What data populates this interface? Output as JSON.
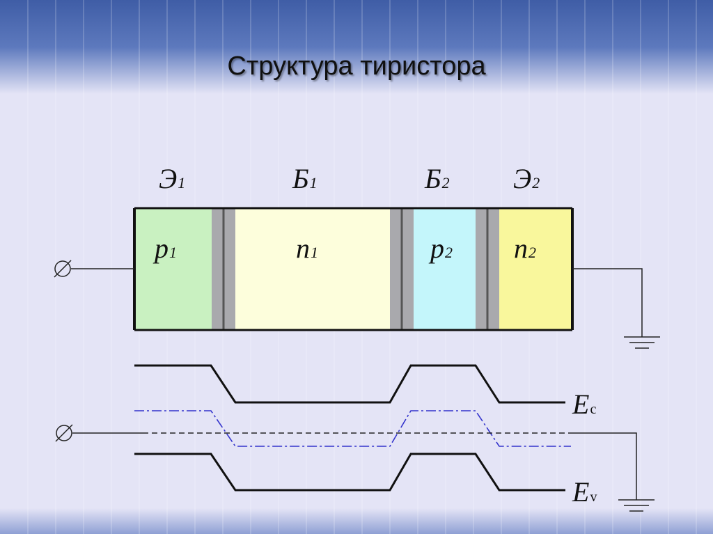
{
  "slide": {
    "title": "Структура тиристора"
  },
  "regions": [
    {
      "id": "e1",
      "zone_label": "Э",
      "zone_sub": "1",
      "type_label": "p",
      "type_sub": "1",
      "color": "#c9f1c1"
    },
    {
      "id": "b1",
      "zone_label": "Б",
      "zone_sub": "1",
      "type_label": "n",
      "type_sub": "1",
      "color": "#fdfedc"
    },
    {
      "id": "b2",
      "zone_label": "Б",
      "zone_sub": "2",
      "type_label": "p",
      "type_sub": "2",
      "color": "#c4f6fb"
    },
    {
      "id": "e2",
      "zone_label": "Э",
      "zone_sub": "2",
      "type_label": "n",
      "type_sub": "2",
      "color": "#f9f79c"
    }
  ],
  "bands": {
    "conduction": {
      "label": "E",
      "sub": "c"
    },
    "valence": {
      "label": "E",
      "sub": "v"
    }
  },
  "colors": {
    "junction": "#a9a9ad",
    "fermi": "#3333cc",
    "frame": "#111111"
  }
}
